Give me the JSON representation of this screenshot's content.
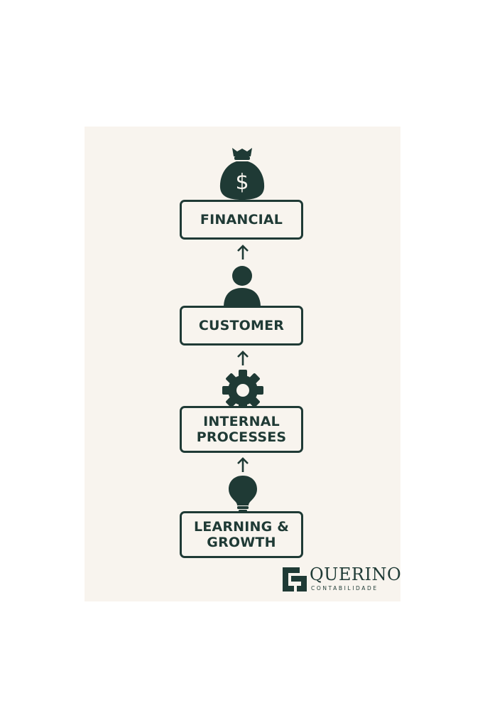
{
  "diagram": {
    "nodes": [
      {
        "id": "financial",
        "lines": [
          "FINANCIAL"
        ],
        "icon": "money-bag-icon"
      },
      {
        "id": "customer",
        "lines": [
          "CUSTOMER"
        ],
        "icon": "person-icon"
      },
      {
        "id": "internal_processes",
        "lines": [
          "INTERNAL",
          "PROCESSES"
        ],
        "icon": "gear-icon"
      },
      {
        "id": "learning_growth",
        "lines": [
          "LEARNING &",
          "GROWTH"
        ],
        "icon": "lightbulb-icon"
      }
    ],
    "arrows": [
      {
        "from": "customer",
        "to": "financial"
      },
      {
        "from": "internal_processes",
        "to": "customer"
      },
      {
        "from": "learning_growth",
        "to": "internal_processes"
      }
    ],
    "dollar_symbol": "$"
  },
  "logo": {
    "name": "QUERINO",
    "subtitle": "CONTABILIDADE"
  },
  "colors": {
    "primary": "#1f3a35",
    "background": "#f8f4ee"
  }
}
